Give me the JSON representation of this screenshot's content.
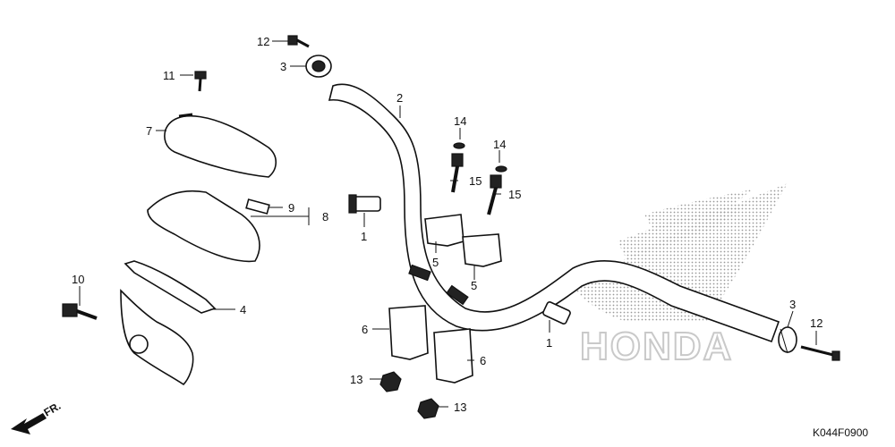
{
  "watermark": {
    "brand_text": "HONDA"
  },
  "direction": {
    "label": "FR."
  },
  "figure_code": "K044F0900",
  "callouts": {
    "c1a": "1",
    "c1b": "1",
    "c2": "2",
    "c3a": "3",
    "c3b": "3",
    "c4": "4",
    "c5a": "5",
    "c5b": "5",
    "c6a": "6",
    "c6b": "6",
    "c7": "7",
    "c8": "8",
    "c9": "9",
    "c10": "10",
    "c11": "11",
    "c12a": "12",
    "c12b": "12",
    "c13a": "13",
    "c13b": "13",
    "c14a": "14",
    "c14b": "14",
    "c15a": "15",
    "c15b": "15"
  }
}
